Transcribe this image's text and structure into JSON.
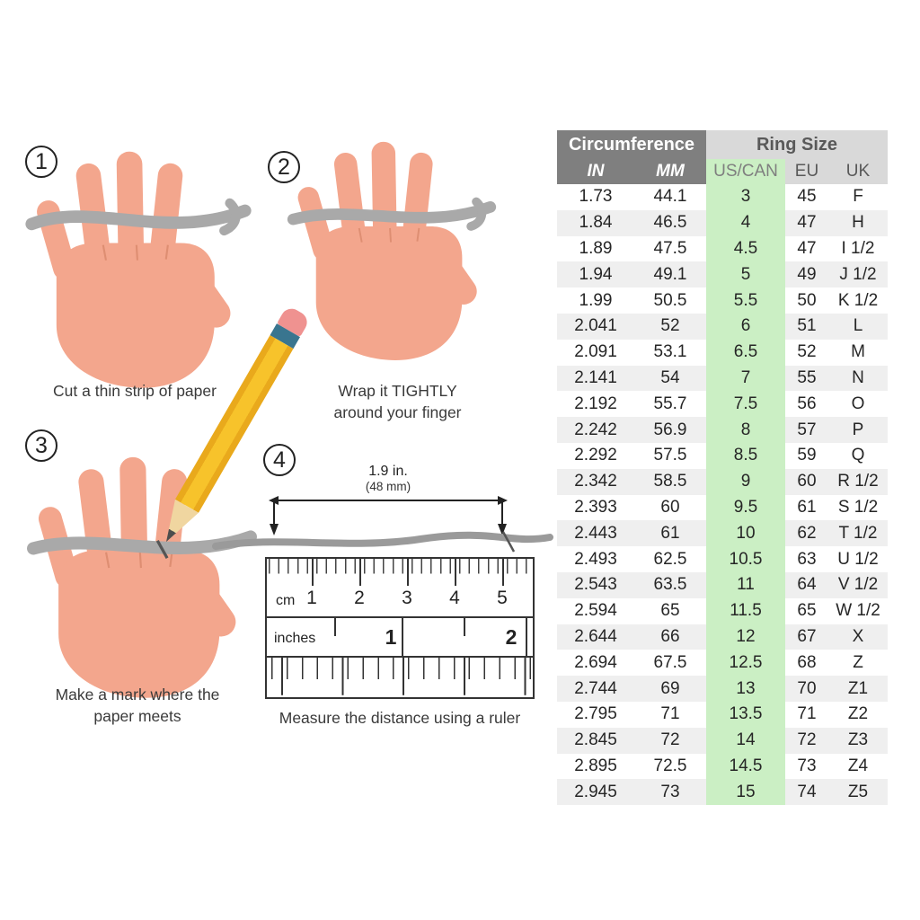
{
  "steps": [
    {
      "number": "1",
      "caption": "Cut a thin strip of paper"
    },
    {
      "number": "2",
      "caption": "Wrap it TIGHTLY around your finger"
    },
    {
      "number": "3",
      "caption": "Make a mark where the paper meets"
    },
    {
      "number": "4",
      "caption": "Measure the distance using a ruler"
    }
  ],
  "ruler": {
    "arrow_label_top": "1.9 in.",
    "arrow_label_bottom": "(48 mm)",
    "cm_label": "cm",
    "cm_ticks": [
      "1",
      "2",
      "3",
      "4",
      "5"
    ],
    "inches_label": "inches",
    "inch_ticks": [
      "1",
      "2"
    ]
  },
  "table": {
    "circumference_label": "Circumference",
    "ring_size_label": "Ring Size",
    "columns": [
      "IN",
      "MM",
      "US/CAN",
      "EU",
      "UK"
    ],
    "rows": [
      [
        "1.73",
        "44.1",
        "3",
        "45",
        "F"
      ],
      [
        "1.84",
        "46.5",
        "4",
        "47",
        "H"
      ],
      [
        "1.89",
        "47.5",
        "4.5",
        "47",
        "I 1/2"
      ],
      [
        "1.94",
        "49.1",
        "5",
        "49",
        "J 1/2"
      ],
      [
        "1.99",
        "50.5",
        "5.5",
        "50",
        "K 1/2"
      ],
      [
        "2.041",
        "52",
        "6",
        "51",
        "L"
      ],
      [
        "2.091",
        "53.1",
        "6.5",
        "52",
        "M"
      ],
      [
        "2.141",
        "54",
        "7",
        "55",
        "N"
      ],
      [
        "2.192",
        "55.7",
        "7.5",
        "56",
        "O"
      ],
      [
        "2.242",
        "56.9",
        "8",
        "57",
        "P"
      ],
      [
        "2.292",
        "57.5",
        "8.5",
        "59",
        "Q"
      ],
      [
        "2.342",
        "58.5",
        "9",
        "60",
        "R 1/2"
      ],
      [
        "2.393",
        "60",
        "9.5",
        "61",
        "S 1/2"
      ],
      [
        "2.443",
        "61",
        "10",
        "62",
        "T 1/2"
      ],
      [
        "2.493",
        "62.5",
        "10.5",
        "63",
        "U 1/2"
      ],
      [
        "2.543",
        "63.5",
        "11",
        "64",
        "V 1/2"
      ],
      [
        "2.594",
        "65",
        "11.5",
        "65",
        "W 1/2"
      ],
      [
        "2.644",
        "66",
        "12",
        "67",
        "X"
      ],
      [
        "2.694",
        "67.5",
        "12.5",
        "68",
        "Z"
      ],
      [
        "2.744",
        "69",
        "13",
        "70",
        "Z1"
      ],
      [
        "2.795",
        "71",
        "13.5",
        "71",
        "Z2"
      ],
      [
        "2.845",
        "72",
        "14",
        "72",
        "Z3"
      ],
      [
        "2.895",
        "72.5",
        "14.5",
        "73",
        "Z4"
      ],
      [
        "2.945",
        "73",
        "15",
        "74",
        "Z5"
      ]
    ]
  },
  "colors": {
    "header_dark": "#7F7F7F",
    "header_light": "#D9D9D9",
    "us_can_green": "#CBEFC4",
    "row_alt": "#EFEFEF",
    "skin": "#F3A68D",
    "pencil_yellow": "#F7C32B",
    "strip_gray": "#A9A9A9"
  }
}
